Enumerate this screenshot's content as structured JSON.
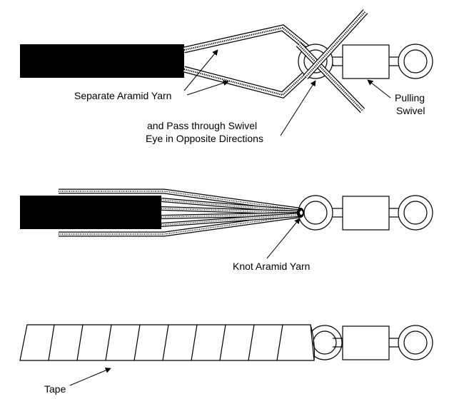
{
  "labels": {
    "separate_yarn": "Separate Aramid Yarn",
    "pass_through_line1": "and Pass through Swivel",
    "pass_through_line2": "Eye in Opposite Directions",
    "pulling_line1": "Pulling",
    "pulling_line2": "Swivel",
    "knot_yarn": "Knot Aramid Yarn",
    "tape": "Tape"
  },
  "colors": {
    "cable": "#000000",
    "stroke": "#000000",
    "background": "#ffffff"
  }
}
